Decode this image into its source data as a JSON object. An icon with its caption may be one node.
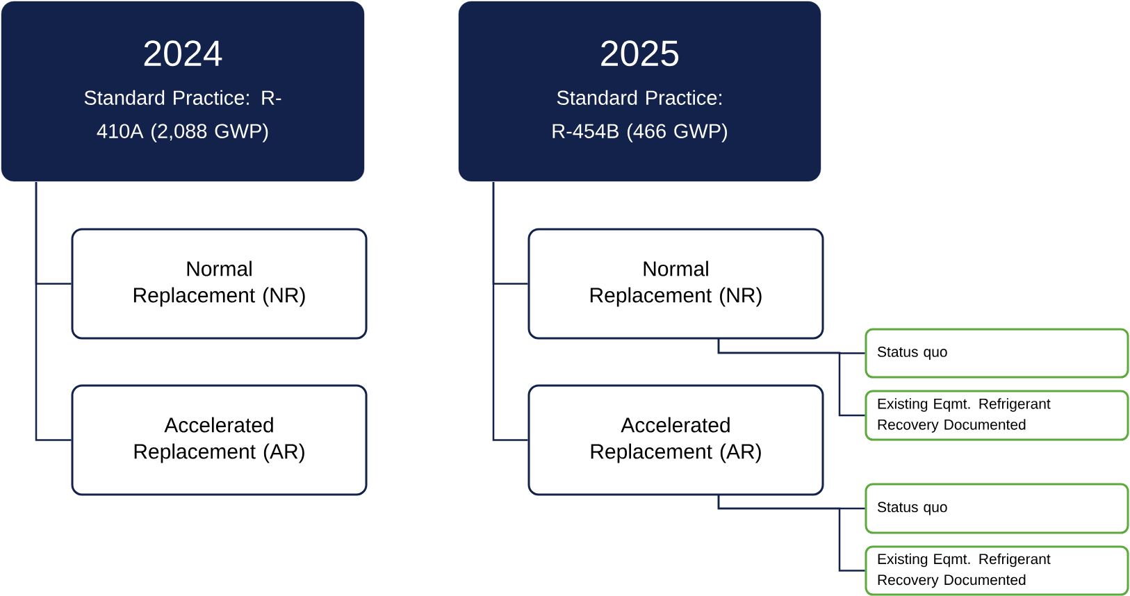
{
  "diagram": {
    "nodes": [
      {
        "text": [
          "2024",
          "Standard Practice: R-410A (2,088 GWP)"
        ]
      },
      {
        "text": [
          "Normal Replacement (NR)"
        ]
      },
      {
        "text": [
          "Accelerated Replacement (AR)"
        ]
      },
      {
        "text": [
          "2025",
          "Standard Practice: R-454B (466 GWP)"
        ]
      },
      {
        "text": [
          "Normal Replacement (NR)"
        ]
      },
      {
        "text": [
          "Status quo"
        ]
      },
      {
        "text": [
          "Existing Eqmt. Refrigerant Recovery Documented"
        ]
      },
      {
        "text": [
          "Accelerated Replacement (AR)"
        ]
      },
      {
        "text": [
          "Status quo"
        ]
      },
      {
        "text": [
          "Existing Eqmt. Refrigerant Recovery Documented"
        ]
      }
    ],
    "edges": [
      {
        "from": 0,
        "to": 1,
        "arrow": "none"
      },
      {
        "from": 0,
        "to": 2,
        "arrow": "none"
      },
      {
        "from": 3,
        "to": 4,
        "arrow": "none"
      },
      {
        "from": 3,
        "to": 7,
        "arrow": "none"
      },
      {
        "from": 4,
        "to": 5,
        "arrow": "none"
      },
      {
        "from": 4,
        "to": 6,
        "arrow": "none"
      },
      {
        "from": 7,
        "to": 8,
        "arrow": "none"
      },
      {
        "from": 7,
        "to": 9,
        "arrow": "none"
      }
    ]
  }
}
